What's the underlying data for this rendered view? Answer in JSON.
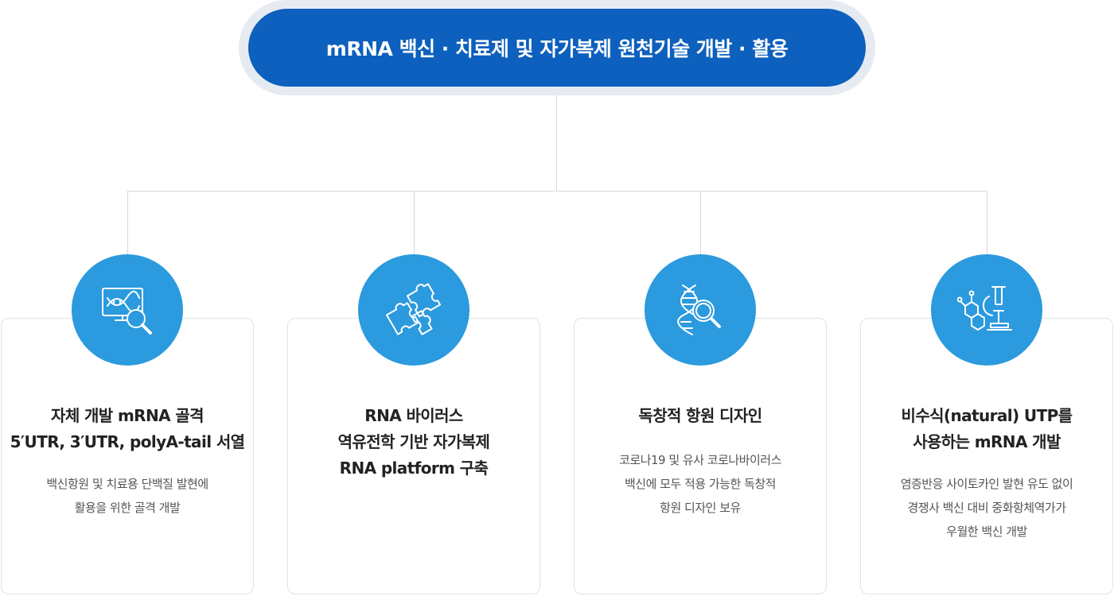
{
  "header": {
    "title": "mRNA 백신 · 치료제 및 자가복제 원천기술 개발 · 활용"
  },
  "colors": {
    "header_blue": "#0d60bd",
    "icon_circle_blue": "#2b9ade",
    "connector_gray": "#d8d8d8"
  },
  "cards": [
    {
      "icon": "dna-monitor-magnifier-icon",
      "title_lines": [
        "자체 개발 mRNA 골격",
        "5′UTR, 3′UTR, polyA-tail 서열"
      ],
      "desc_lines": [
        "백신항원 및 치료용 단백질 발현에",
        "활용을 위한 골격 개발"
      ]
    },
    {
      "icon": "puzzle-pieces-icon",
      "title_lines": [
        "RNA 바이러스",
        "역유전학 기반 자가복제",
        "RNA platform 구축"
      ],
      "desc_lines": []
    },
    {
      "icon": "dna-helix-magnifier-icon",
      "title_lines": [
        "독창적 항원 디자인"
      ],
      "desc_lines": [
        "코로나19 및 유사 코로나바이러스",
        "백신에 모두 적용 가능한 독창적",
        "항원 디자인 보유"
      ]
    },
    {
      "icon": "molecule-microscope-icon",
      "title_lines": [
        "비수식(natural) UTP를",
        "사용하는 mRNA 개발"
      ],
      "desc_lines": [
        "염증반응 사이토카인 발현 유도 없이",
        "경쟁사 백신 대비 중화항체역가가",
        "우월한 백신 개발"
      ]
    }
  ]
}
